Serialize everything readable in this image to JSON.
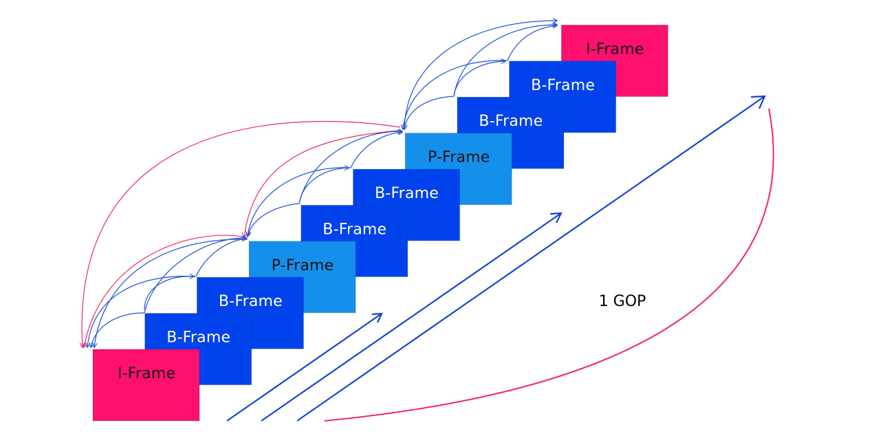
{
  "colors": {
    "i_frame": "#FF0F6E",
    "b_frame": "#0043EC",
    "p_frame": "#1490EC",
    "ref_blue": "#1E4FD8",
    "ref_pink": "#F0245F",
    "flow_blue": "#1443D6",
    "gop_pink": "#F0246A",
    "dark_text": "#111111",
    "light_text": "#FFFFFF"
  },
  "frames": [
    {
      "label": "I-Frame",
      "type": "I"
    },
    {
      "label": "B-Frame",
      "type": "B"
    },
    {
      "label": "B-Frame",
      "type": "B"
    },
    {
      "label": "P-Frame",
      "type": "P"
    },
    {
      "label": "B-Frame",
      "type": "B"
    },
    {
      "label": "B-Frame",
      "type": "B"
    },
    {
      "label": "P-Frame",
      "type": "P"
    },
    {
      "label": "B-Frame",
      "type": "B"
    },
    {
      "label": "B-Frame",
      "type": "B"
    },
    {
      "label": "I-Frame",
      "type": "I"
    }
  ],
  "gop_label": "1 GOP"
}
